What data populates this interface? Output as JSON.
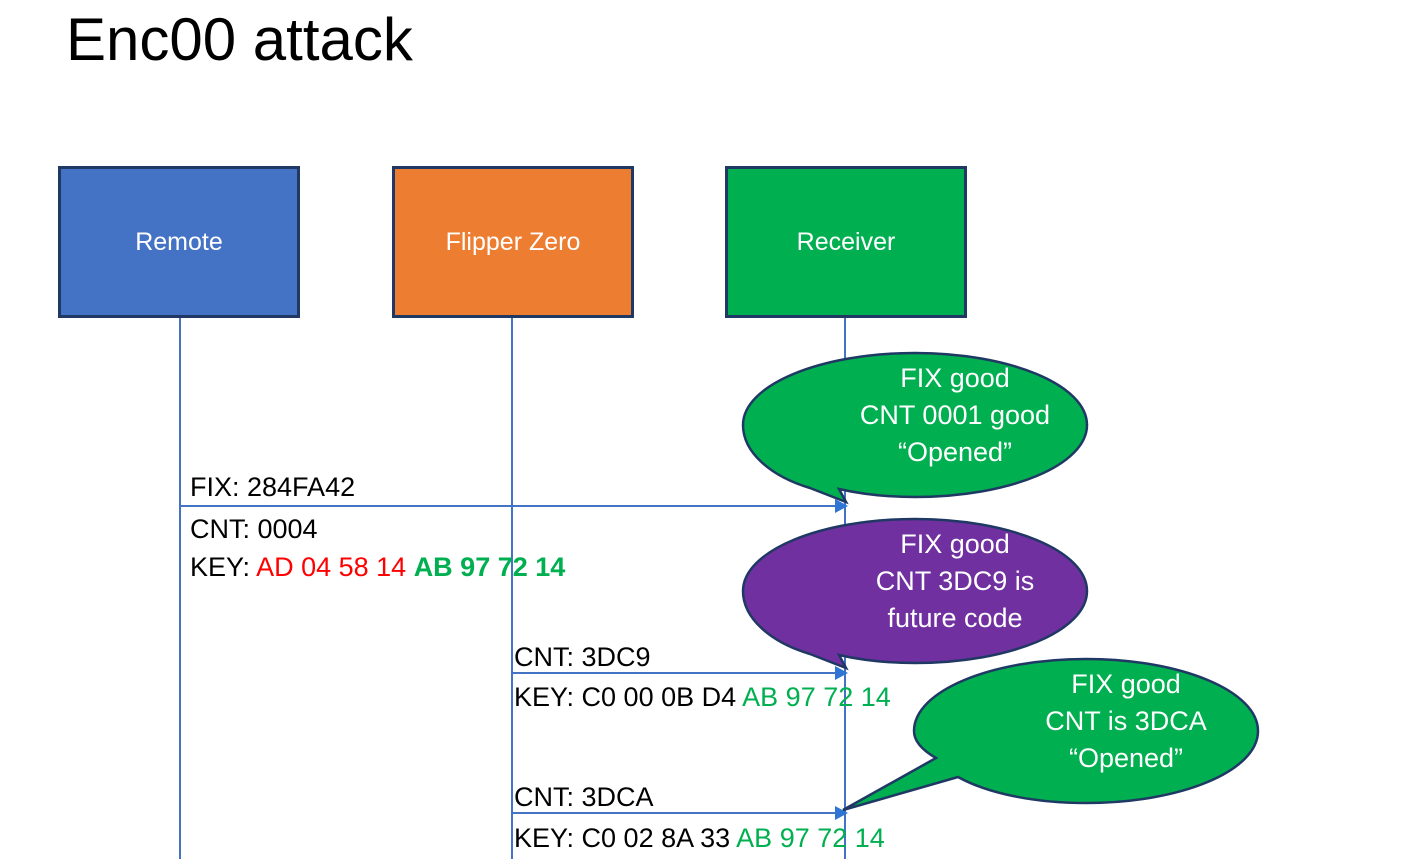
{
  "slide": {
    "title": "Enc00 attack"
  },
  "actors": [
    {
      "id": "remote",
      "label": "Remote",
      "color": "#4472C4"
    },
    {
      "id": "flipper",
      "label": "Flipper Zero",
      "color": "#ED7D31"
    },
    {
      "id": "receiver",
      "label": "Receiver",
      "color": "#00B050"
    }
  ],
  "messages": [
    {
      "id": "msg-1",
      "from": "remote",
      "to": "receiver",
      "lines": [
        {
          "text": "FIX: 284FA42"
        },
        {
          "text": "CNT: 0004"
        }
      ],
      "key_line": {
        "prefix": "KEY: ",
        "first_half": "AD 04 58 14",
        "first_half_color": "#FF0000",
        "second_half": "AB 97 72 14",
        "second_half_color": "#00B050"
      }
    },
    {
      "id": "msg-2",
      "from": "flipper",
      "to": "receiver",
      "lines": [
        {
          "text": "CNT: 3DC9"
        }
      ],
      "key_line": {
        "prefix": "KEY: C0 00 0B D4 ",
        "first_half": "",
        "first_half_color": "#000000",
        "second_half": "AB 97 72 14",
        "second_half_color": "#00B050"
      }
    },
    {
      "id": "msg-3",
      "from": "flipper",
      "to": "receiver",
      "lines": [
        {
          "text": "CNT: 3DCA"
        }
      ],
      "key_line": {
        "prefix": "KEY: C0 02 8A 33 ",
        "first_half": "",
        "first_half_color": "#000000",
        "second_half": "AB 97 72 14",
        "second_half_color": "#00B050"
      }
    }
  ],
  "labels": {
    "fix_1": "FIX: 284FA42",
    "cnt_1": "CNT: 0004",
    "key_1_prefix": "KEY: ",
    "key_1_red": "AD 04 58 14",
    "key_1_green": "AB 97 72 14",
    "cnt_2": "CNT: 3DC9",
    "key_2_prefix": "KEY: C0 00 0B D4 ",
    "key_2_green": "AB 97 72 14",
    "cnt_3": "CNT: 3DCA",
    "key_3_prefix": "KEY: C0 02 8A 33 ",
    "key_3_green": "AB 97 72 14"
  },
  "balloons": [
    {
      "id": "balloon-1",
      "fill": "#00B050",
      "stroke": "#1F3864",
      "line1": "FIX good",
      "line2": "CNT 0001 good",
      "line3": "“Opened”"
    },
    {
      "id": "balloon-2",
      "fill": "#7030A0",
      "stroke": "#1F3864",
      "line1": "FIX good",
      "line2": "CNT 3DC9 is",
      "line3": "future code"
    },
    {
      "id": "balloon-3",
      "fill": "#00B050",
      "stroke": "#1F3864",
      "line1": "FIX good",
      "line2": "CNT is 3DCA",
      "line3": "“Opened”"
    }
  ],
  "colors": {
    "remote_blue": "#4472C4",
    "flipper_orange": "#ED7D31",
    "receiver_green": "#00B050",
    "future_purple": "#7030A0",
    "border_navy": "#1F3864",
    "lifeline_blue": "#4472C4",
    "hex_red": "#FF0000",
    "hex_green": "#00B050"
  }
}
